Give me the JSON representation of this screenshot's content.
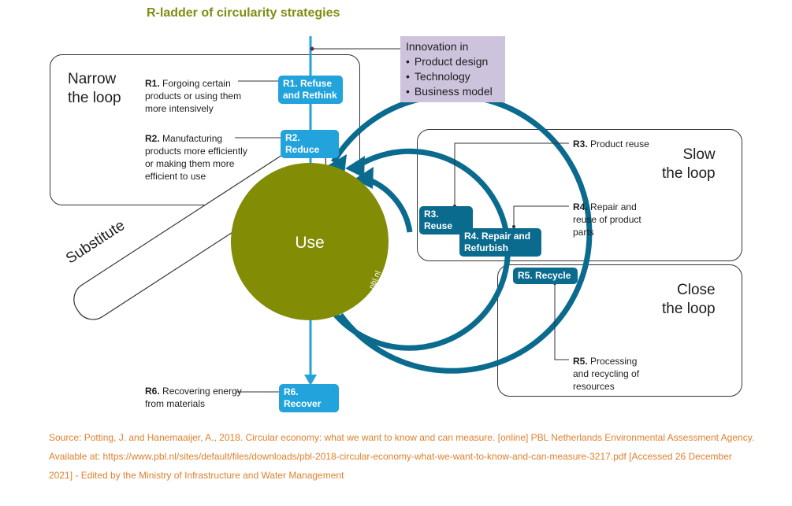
{
  "title": "R-ladder of circularity strategies",
  "innovation": {
    "heading": "Innovation in",
    "items": [
      "Product design",
      "Technology",
      "Business model"
    ]
  },
  "zones": {
    "narrow": "Narrow\nthe loop",
    "slow": "Slow\nthe loop",
    "close": "Close\nthe loop",
    "substitute": "Substitute"
  },
  "center": {
    "label": "Use",
    "credit": "pbl.nl"
  },
  "buttons": {
    "r1": "R1. Refuse\nand Rethink",
    "r2": "R2. Reduce",
    "r3": "R3. Reuse",
    "r4": "R4. Repair and\nRefurbish",
    "r5": "R5. Recycle",
    "r6": "R6. Recover"
  },
  "descriptions": {
    "r1": {
      "code": "R1.",
      "text": "Forgoing certain products or using them more intensively"
    },
    "r2": {
      "code": "R2.",
      "text": "Manufacturing products more efficiently or making them more efficient to use"
    },
    "r3": {
      "code": "R3.",
      "text": "Product reuse"
    },
    "r4": {
      "code": "R4.",
      "text": "Repair and reuse of product parts"
    },
    "r5": {
      "code": "R5.",
      "text": "Processing and recycling of resources"
    },
    "r6": {
      "code": "R6.",
      "text": "Recovering energy from materials"
    }
  },
  "source": "Source: Potting, J. and Hanemaaijer, A., 2018. Circular economy: what we want to know and can measure. [online] PBL Netherlands Environmental Assessment Agency. Available at: https://www.pbl.nl/sites/default/files/downloads/pbl-2018-circular-economy-what-we-want-to-know-and-can-measure-3217.pdf [Accessed 26 December 2021] - Edited by the Ministry of Infrastructure and Water Management",
  "colors": {
    "title": "#7f8d12",
    "use_circle": "#838c05",
    "light_blue": "#22a3db",
    "dark_blue": "#0b6b8e",
    "innovation_bg": "#cdc3dd",
    "source_text": "#e0802e"
  }
}
